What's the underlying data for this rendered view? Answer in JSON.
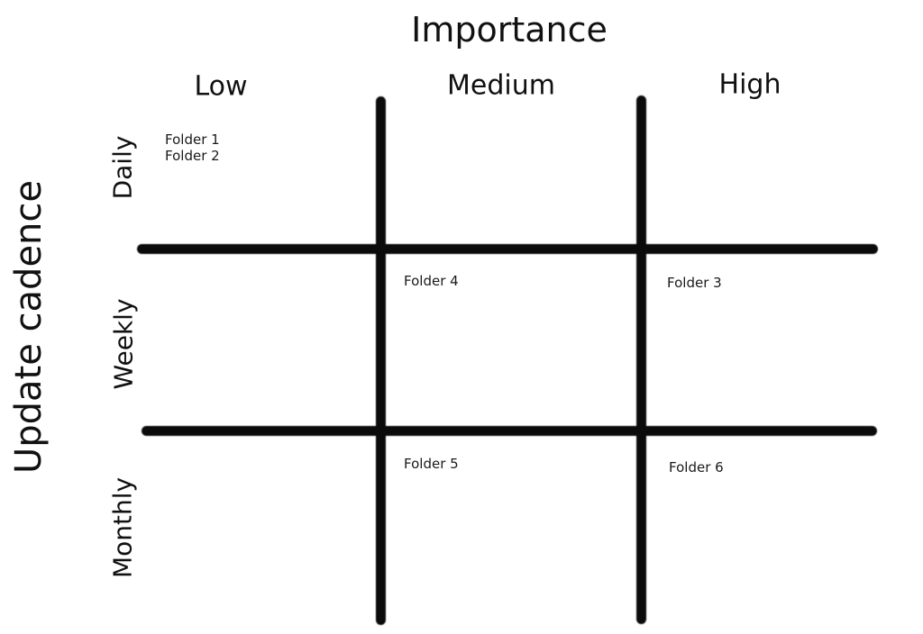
{
  "title": "Importance",
  "y_axis_label": "Update cadence",
  "columns": [
    "Low",
    "Medium",
    "High"
  ],
  "rows": [
    "Daily",
    "Weekly",
    "Monthly"
  ],
  "cells": [
    {
      "row": "Daily",
      "column": "Low",
      "items": [
        "Folder 1",
        "Folder 2"
      ]
    },
    {
      "row": "Weekly",
      "column": "Medium",
      "items": [
        "Folder 4"
      ]
    },
    {
      "row": "Weekly",
      "column": "High",
      "items": [
        "Folder 3"
      ]
    },
    {
      "row": "Monthly",
      "column": "Medium",
      "items": [
        "Folder 5"
      ]
    },
    {
      "row": "Monthly",
      "column": "High",
      "items": [
        "Folder 6"
      ]
    }
  ],
  "colors": {
    "line": "#0b0b0b",
    "text": "#111111",
    "background": "#ffffff"
  }
}
